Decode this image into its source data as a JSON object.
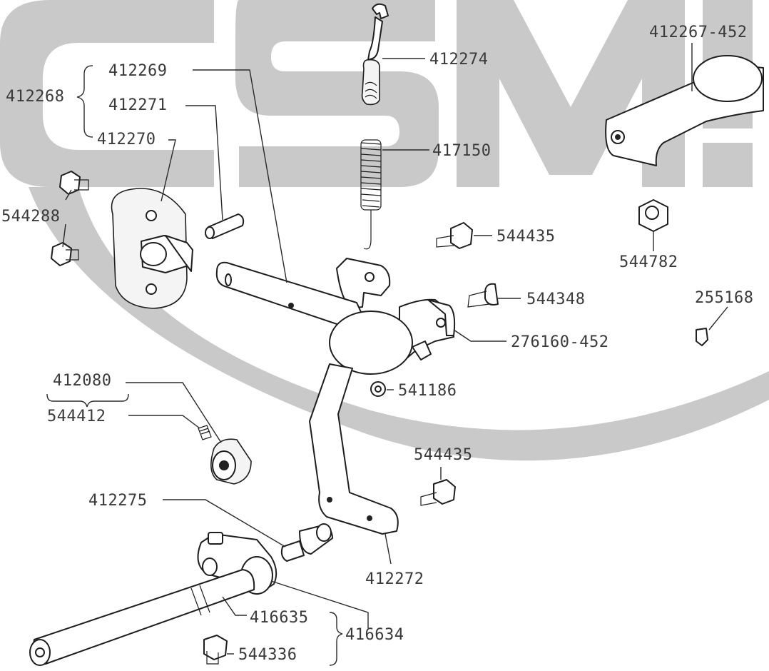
{
  "watermark": {
    "text": "CSM",
    "color": "#c9c9c9"
  },
  "labels": {
    "p412268": "412268",
    "p412269": "412269",
    "p412271": "412271",
    "p412270": "412270",
    "p412274": "412274",
    "p417150": "417150",
    "p412267_452": "412267-452",
    "p544288": "544288",
    "p544435_a": "544435",
    "p544782": "544782",
    "p544348": "544348",
    "p255168": "255168",
    "p276160_452": "276160-452",
    "p412080": "412080",
    "p544412": "544412",
    "p541186": "541186",
    "p544435_b": "544435",
    "p412275": "412275",
    "p412272": "412272",
    "p416635": "416635",
    "p416634": "416634",
    "p544336": "544336"
  }
}
